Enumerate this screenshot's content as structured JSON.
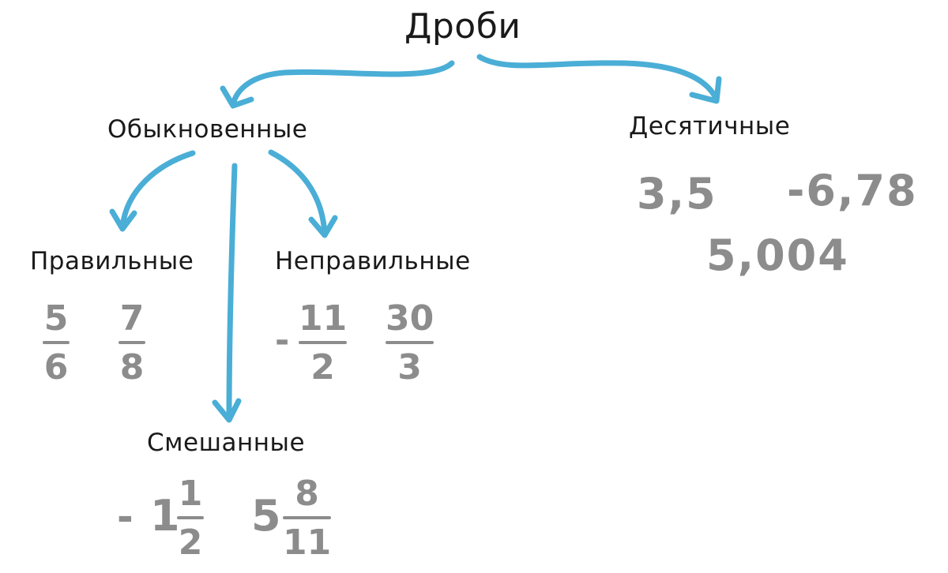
{
  "diagram": {
    "root": "Дроби",
    "common": "Обыкновенные",
    "decimal": "Десятичные",
    "proper": "Правильные",
    "improper": "Неправильные",
    "mixed": "Смешанные"
  },
  "examples": {
    "proper": [
      {
        "numerator": "5",
        "denominator": "6"
      },
      {
        "numerator": "7",
        "denominator": "8"
      }
    ],
    "improper": [
      {
        "sign": "-",
        "numerator": "11",
        "denominator": "2"
      },
      {
        "numerator": "30",
        "denominator": "3"
      }
    ],
    "mixed": [
      {
        "sign": "-",
        "whole": "1",
        "numerator": "1",
        "denominator": "2"
      },
      {
        "whole": "5",
        "numerator": "8",
        "denominator": "11"
      }
    ],
    "decimal": [
      "3,5",
      "-6,78",
      "5,004"
    ]
  },
  "colors": {
    "arrow": "#4aaed6",
    "label": "#1a1a1a",
    "example": "#8c8c8c"
  }
}
